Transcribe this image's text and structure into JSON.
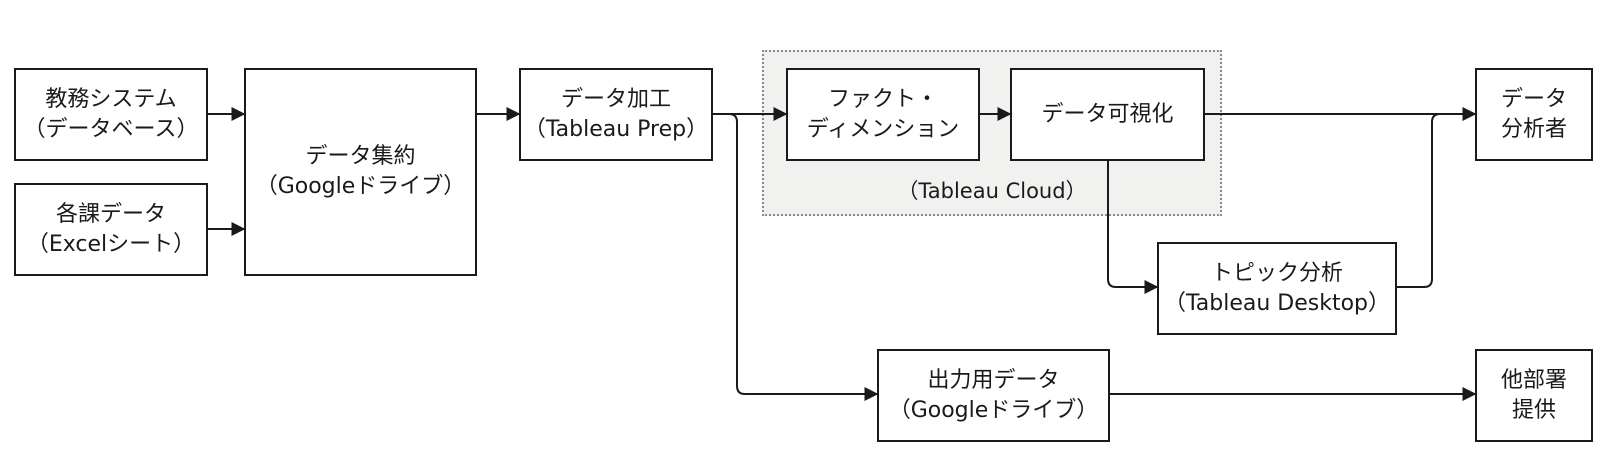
{
  "nodes": {
    "kyomu": {
      "line1": "教務システム",
      "line2": "（データベース）"
    },
    "kakka": {
      "line1": "各課データ",
      "line2": "（Excelシート）"
    },
    "shuyaku": {
      "line1": "データ集約",
      "line2": "（Googleドライブ）"
    },
    "kako": {
      "line1": "データ加工",
      "line2": "（Tableau Prep）"
    },
    "fact": {
      "line1": "ファクト・",
      "line2": "ディメンション"
    },
    "kashika": {
      "line1": "データ可視化"
    },
    "analyst": {
      "line1": "データ",
      "line2": "分析者"
    },
    "topic": {
      "line1": "トピック分析",
      "line2": "（Tableau Desktop）"
    },
    "output": {
      "line1": "出力用データ",
      "line2": "（Googleドライブ）"
    },
    "teikyo": {
      "line1": "他部署",
      "line2": "提供"
    }
  },
  "groups": {
    "cloud": {
      "label": "（Tableau Cloud）"
    }
  }
}
